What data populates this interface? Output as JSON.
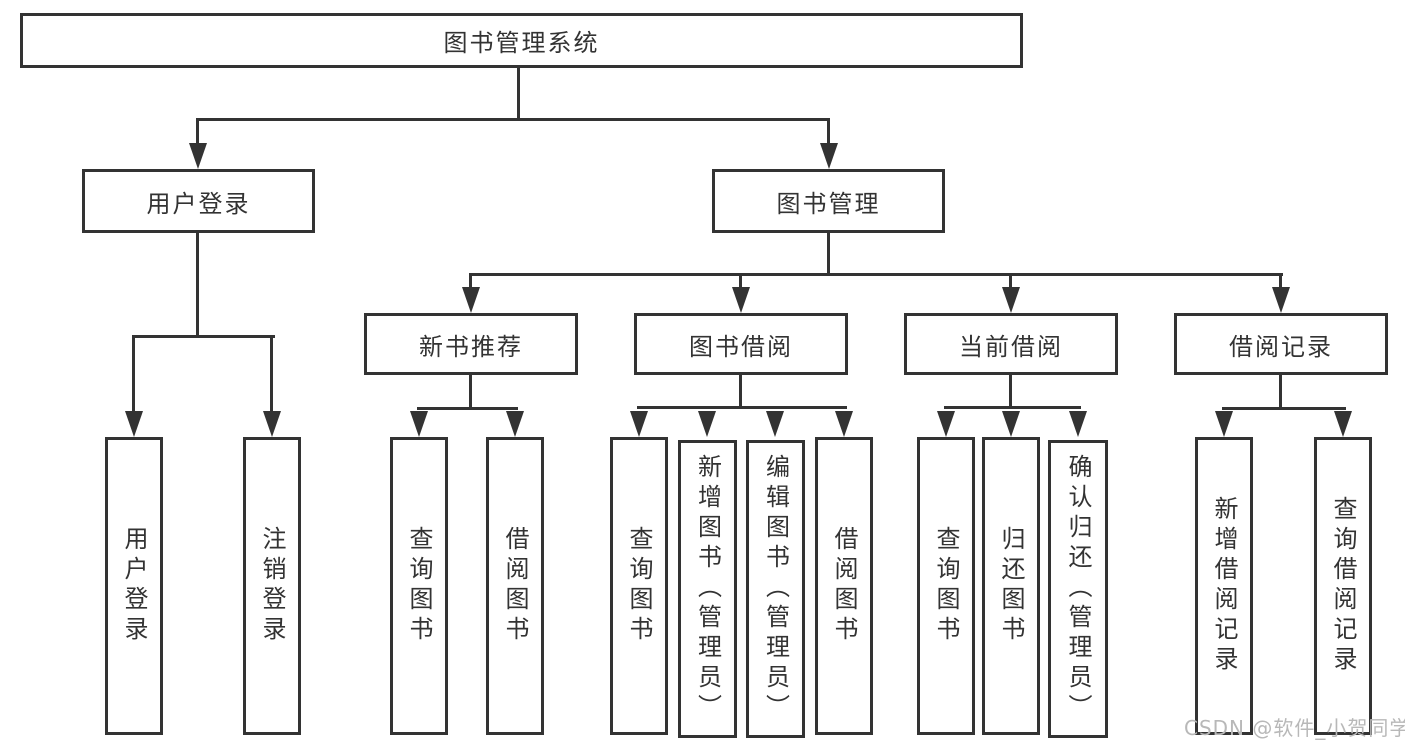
{
  "tree": {
    "root": {
      "label": "图书管理系统"
    },
    "children": [
      {
        "label": "用户登录",
        "children": [
          {
            "label": "用户登录"
          },
          {
            "label": "注销登录"
          }
        ]
      },
      {
        "label": "图书管理",
        "children": [
          {
            "label": "新书推荐",
            "children": [
              {
                "label": "查询图书"
              },
              {
                "label": "借阅图书"
              }
            ]
          },
          {
            "label": "图书借阅",
            "children": [
              {
                "label": "查询图书"
              },
              {
                "label": "新增图书（管理员）"
              },
              {
                "label": "编辑图书（管理员）"
              },
              {
                "label": "借阅图书"
              }
            ]
          },
          {
            "label": "当前借阅",
            "children": [
              {
                "label": "查询图书"
              },
              {
                "label": "归还图书"
              },
              {
                "label": "确认归还（管理员）"
              }
            ]
          },
          {
            "label": "借阅记录",
            "children": [
              {
                "label": "新增借阅记录"
              },
              {
                "label": "查询借阅记录"
              }
            ]
          }
        ]
      }
    ]
  },
  "watermark": {
    "text": "CSDN @软件_小贺同学"
  },
  "colors": {
    "line": "#333333",
    "text": "#333333",
    "background": "#ffffff",
    "watermark": "#b8b8b8"
  }
}
